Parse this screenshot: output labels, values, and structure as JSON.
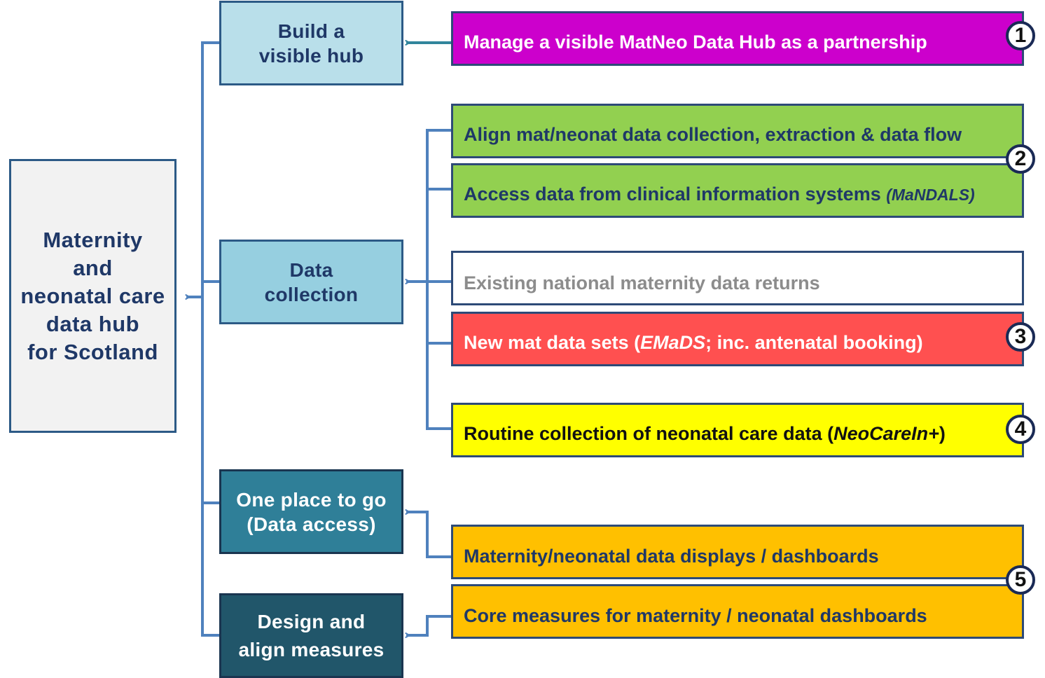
{
  "root": {
    "label_lines": [
      "Maternity",
      "and",
      "neonatal care",
      "data hub",
      "for Scotland"
    ]
  },
  "themes": [
    {
      "id": "build",
      "lines": [
        "Build a",
        "visible hub"
      ],
      "fill": "#b9dfea",
      "text_color": "#1f3867"
    },
    {
      "id": "collection",
      "lines": [
        "Data",
        "collection"
      ],
      "fill": "#96cfe0",
      "text_color": "#1f3867"
    },
    {
      "id": "access",
      "lines": [
        "One place to go",
        "(Data access)"
      ],
      "fill": "#2f7f98",
      "text_color": "#ffffff"
    },
    {
      "id": "measures",
      "lines": [
        "Design and",
        "align measures"
      ],
      "fill": "#21566a",
      "text_color": "#ffffff"
    }
  ],
  "workstreams": [
    {
      "id": "hub",
      "parts": [
        {
          "t": "Manage a visible MatNeo Data Hub as a partnership"
        }
      ],
      "fill": "#cc00cc",
      "text_color": "#ffffff"
    },
    {
      "id": "align",
      "parts": [
        {
          "t": "Align mat/neonat data collection, extraction & data flow"
        }
      ],
      "fill": "#92d050",
      "text_color": "#1f3867"
    },
    {
      "id": "access-data",
      "parts": [
        {
          "t": "Access data from clinical information systems "
        },
        {
          "t": "(MaNDALS)",
          "i": true,
          "small": true
        }
      ],
      "fill": "#92d050",
      "text_color": "#1f3867"
    },
    {
      "id": "existing",
      "parts": [
        {
          "t": "Existing national maternity data returns"
        }
      ],
      "fill": "#ffffff",
      "text_color": "#8c8c8c"
    },
    {
      "id": "new-mat",
      "parts": [
        {
          "t": "New mat data sets ("
        },
        {
          "t": "EMaDS",
          "i": true
        },
        {
          "t": "; inc. antenatal booking)"
        }
      ],
      "fill": "#ff5050",
      "text_color": "#ffffff"
    },
    {
      "id": "neonatal",
      "parts": [
        {
          "t": "Routine collection of neonatal care data ("
        },
        {
          "t": "NeoCareIn+",
          "i": true
        },
        {
          "t": ")"
        }
      ],
      "fill": "#ffff00",
      "text_color": "#111111"
    },
    {
      "id": "displays",
      "parts": [
        {
          "t": "Maternity/neonatal data displays / dashboards"
        }
      ],
      "fill": "#ffc000",
      "text_color": "#1f3867"
    },
    {
      "id": "core",
      "parts": [
        {
          "t": "Core measures for maternity / neonatal dashboards"
        }
      ],
      "fill": "#ffc000",
      "text_color": "#1f3867"
    }
  ],
  "badges": [
    "1",
    "2",
    "3",
    "4",
    "5"
  ],
  "colors": {
    "connector": "#4f81bd",
    "hub_arrow": "#31859c",
    "border": "#2d4a77"
  }
}
